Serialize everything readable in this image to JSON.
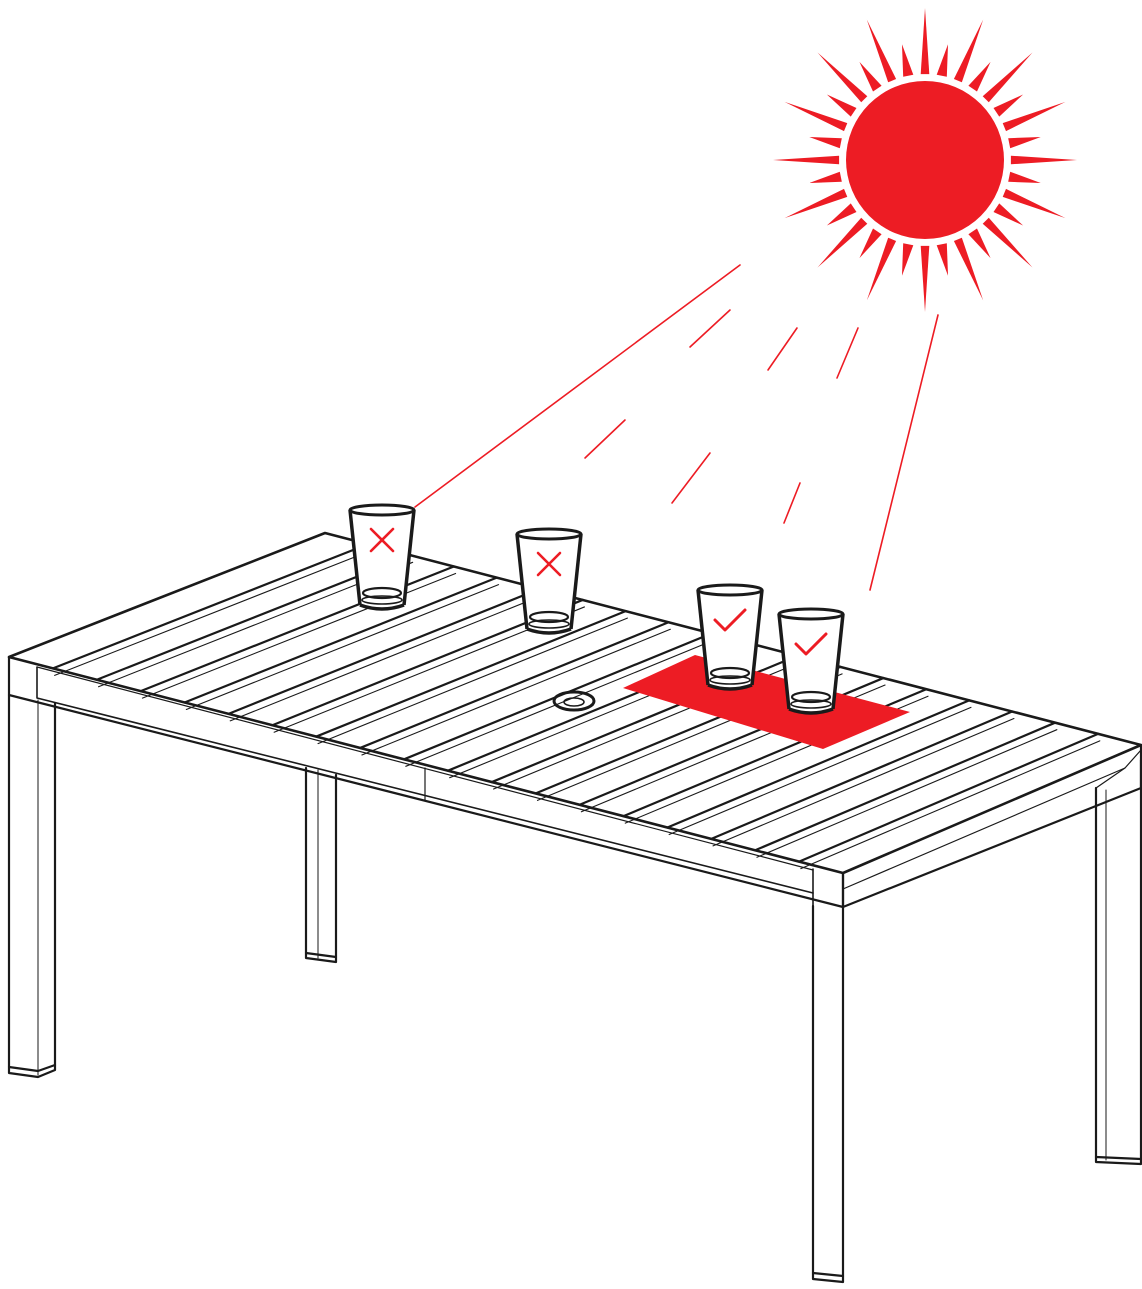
{
  "colors": {
    "accent": "#ed1c24",
    "ink": "#1a1a1a",
    "background": "#ffffff"
  },
  "scene": {
    "sun": {
      "icon": "sun-icon"
    },
    "glasses": [
      {
        "id": "glass-1",
        "mark": "cross-icon",
        "on_mat": false
      },
      {
        "id": "glass-2",
        "mark": "cross-icon",
        "on_mat": false
      },
      {
        "id": "glass-3",
        "mark": "check-icon",
        "on_mat": true
      },
      {
        "id": "glass-4",
        "mark": "check-icon",
        "on_mat": true
      }
    ]
  }
}
